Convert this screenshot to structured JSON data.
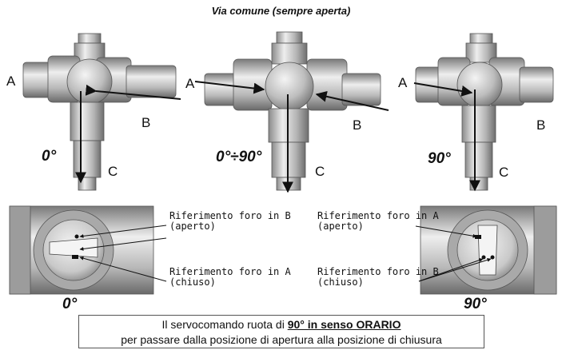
{
  "header": {
    "common_way": "Via comune (sempre aperta)"
  },
  "valves": [
    {
      "port_a": "A",
      "port_b": "B",
      "port_c": "C",
      "angle": "0°"
    },
    {
      "port_a": "A",
      "port_b": "B",
      "port_c": "C",
      "angle": "0°÷90°"
    },
    {
      "port_a": "A",
      "port_b": "B",
      "port_c": "C",
      "angle": "90°"
    }
  ],
  "details": [
    {
      "angle": "0°",
      "ref_open": "Riferimento foro in B\n(aperto)",
      "ref_closed": "Riferimento foro in A\n(chiuso)"
    },
    {
      "angle": "90°",
      "ref_open": "Riferimento foro in A\n(aperto)",
      "ref_closed": "Riferimento foro in B\n(chiuso)"
    }
  ],
  "note": {
    "prefix": "Il servocomando ruota di ",
    "emphasis": "90° in senso ORARIO",
    "line2": "per passare dalla posizione di apertura alla posizione di chiusura"
  },
  "colors": {
    "metal_light": "#e6e6e6",
    "metal_mid": "#b9b9b9",
    "metal_dark": "#7c7c7c",
    "ink": "#111111"
  }
}
